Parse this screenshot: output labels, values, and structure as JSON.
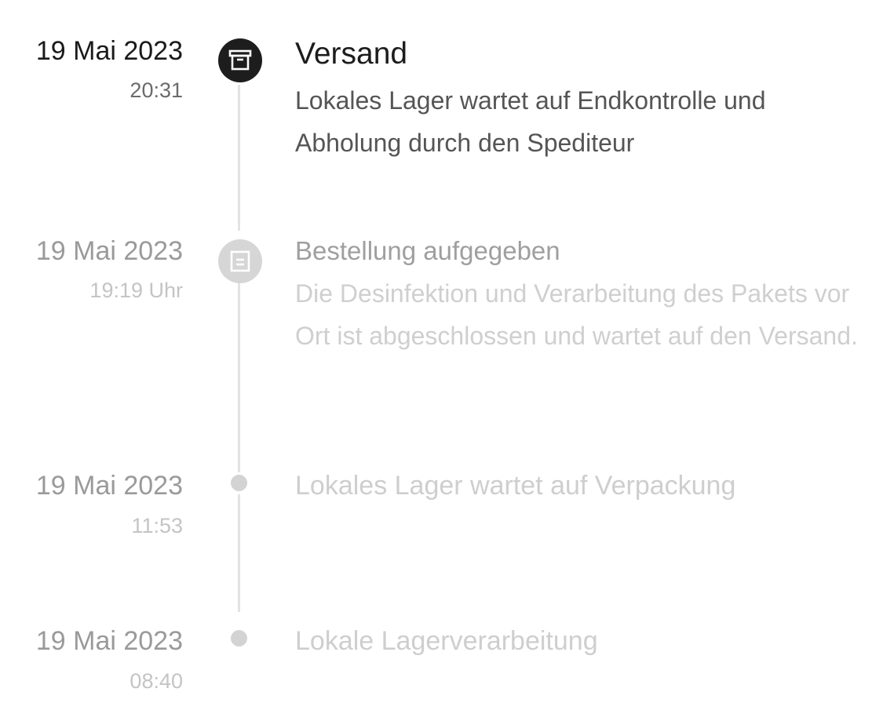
{
  "timeline": {
    "events": [
      {
        "date": "19 Mai 2023",
        "time": "20:31",
        "title": "Versand",
        "description": "Lokales Lager wartet auf Endkontrolle und Abholung durch den Spediteur",
        "icon": "package-box-icon",
        "status": "active"
      },
      {
        "date": "19 Mai 2023",
        "time": "19:19 Uhr",
        "title": "Bestellung aufgegeben",
        "description": "Die Desinfektion und Verarbeitung des Pakets vor Ort ist abgeschlossen und wartet auf den Versand.",
        "icon": "document-icon",
        "status": "completed"
      },
      {
        "date": "19 Mai 2023",
        "time": "11:53",
        "title": "Lokales Lager wartet auf Verpackung",
        "status": "completed"
      },
      {
        "date": "19 Mai 2023",
        "time": "08:40",
        "title": "Lokale Lagerverarbeitung",
        "status": "completed"
      }
    ]
  },
  "colors": {
    "active_node": "#1d1d1d",
    "inactive_node": "#d6d6d6",
    "line": "#e3e3e3"
  }
}
